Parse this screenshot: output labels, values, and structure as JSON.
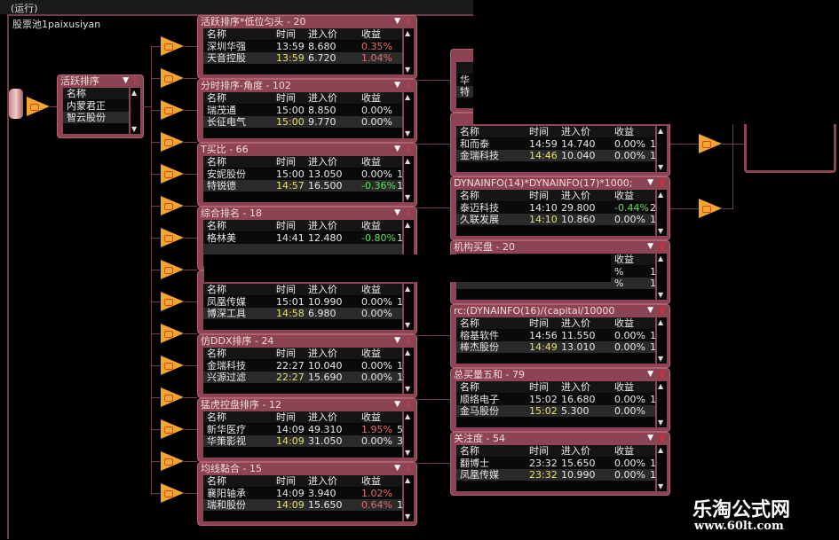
{
  "header": {
    "run_status": "(运行)",
    "pool_name": "股票池1paixusiyan"
  },
  "columns": [
    "名称",
    "时间",
    "进入价",
    "收益"
  ],
  "source_box": {
    "title": "活跃排序",
    "header": "名称",
    "rows": [
      "内蒙君正",
      "智云股份"
    ]
  },
  "left_boxes": [
    {
      "title": "活跃排序*低位匀头 - 20",
      "rows": [
        [
          "深圳华强",
          "13:59",
          "8.680",
          "0.35%",
          ""
        ],
        [
          "天音控股",
          "13:59",
          "6.720",
          "1.04%",
          ""
        ]
      ]
    },
    {
      "title": "分时排序-角度 - 102",
      "rows": [
        [
          "瑞茂通",
          "15:00",
          "8.850",
          "0.00%",
          ""
        ],
        [
          "长征电气",
          "15:00",
          "9.770",
          "0.00%",
          ""
        ]
      ]
    },
    {
      "title": "T买比 - 66",
      "rows": [
        [
          "安妮股份",
          "15:00",
          "13.050",
          "0.00%",
          "1"
        ],
        [
          "特锐德",
          "14:57",
          "16.500",
          "-0.36%",
          "1"
        ]
      ]
    },
    {
      "title": "综合排名 - 18",
      "rows": [
        [
          "格林美",
          "14:41",
          "12.480",
          "-0.80%",
          "1"
        ],
        [
          "",
          "",
          "",
          "",
          ""
        ]
      ]
    },
    {
      "title": "",
      "rows": [
        [
          "凤凰传媒",
          "15:01",
          "10.990",
          "0.00%",
          "1"
        ],
        [
          "博深工具",
          "14:58",
          "6.980",
          "0.00%",
          ""
        ]
      ]
    },
    {
      "title": "仿DDX排序 - 24",
      "rows": [
        [
          "金瑞科技",
          "22:27",
          "10.040",
          "0.00%",
          "1"
        ],
        [
          "兴源过滤",
          "22:27",
          "15.690",
          "0.00%",
          "1"
        ]
      ]
    },
    {
      "title": "猛虎控盘排序 - 12",
      "rows": [
        [
          "新华医疗",
          "14:09",
          "49.310",
          "1.95%",
          "5"
        ],
        [
          "华策影视",
          "14:09",
          "31.050",
          "0.00%",
          "3"
        ]
      ]
    },
    {
      "title": "均线黏合 - 15",
      "rows": [
        [
          "襄阳轴承",
          "14:09",
          "3.940",
          "1.02%",
          ""
        ],
        [
          "瑞和股份",
          "14:09",
          "15.650",
          "0.64%",
          "1"
        ]
      ]
    }
  ],
  "right_boxes": [
    {
      "title": "马",
      "rows": [
        [
          "华",
          "",
          "",
          "",
          ""
        ],
        [
          "特",
          "",
          "",
          "",
          ""
        ]
      ]
    },
    {
      "title": "马",
      "rows": [
        [
          "和而泰",
          "14:59",
          "14.740",
          "0.00%",
          "1"
        ],
        [
          "金瑞科技",
          "14:46",
          "10.040",
          "0.00%",
          "1"
        ]
      ]
    },
    {
      "title": "DYNAINFO(14)*DYNAINFO(17)*1000;",
      "rows": [
        [
          "泰迈科技",
          "14:10",
          "29.800",
          "-0.44%",
          "2"
        ],
        [
          "久联发展",
          "14:10",
          "10.860",
          "0.00%",
          "1"
        ]
      ]
    },
    {
      "title": "机构买盘 - 20",
      "rows": [
        [
          "",
          "",
          "",
          "%",
          "1"
        ],
        [
          "",
          "",
          "",
          "%",
          "1"
        ]
      ]
    },
    {
      "title": "rc:(DYNAINFO(16)/(capital/10000",
      "rows": [
        [
          "榕基软件",
          "14:56",
          "11.550",
          "0.00%",
          "1"
        ],
        [
          "棒杰股份",
          "14:49",
          "13.010",
          "0.00%",
          "1"
        ]
      ]
    },
    {
      "title": "总买量五和 - 79",
      "rows": [
        [
          "顺络电子",
          "15:02",
          "16.680",
          "0.00%",
          "1"
        ],
        [
          "金马股份",
          "15:02",
          "5.300",
          "0.00%",
          ""
        ]
      ]
    },
    {
      "title": "关注度 - 54",
      "rows": [
        [
          "翻博士",
          "23:32",
          "15.650",
          "0.00%",
          "1"
        ],
        [
          "凤凰传媒",
          "23:32",
          "10.990",
          "0.00%",
          "1"
        ]
      ]
    }
  ],
  "watermark": {
    "name": "乐淘公式网",
    "url": "www.60lt.com"
  },
  "colors": {
    "positive": "#e07070",
    "negative": "#60e060",
    "time_highlight": "#e8e070",
    "frame": "#8c4454"
  }
}
